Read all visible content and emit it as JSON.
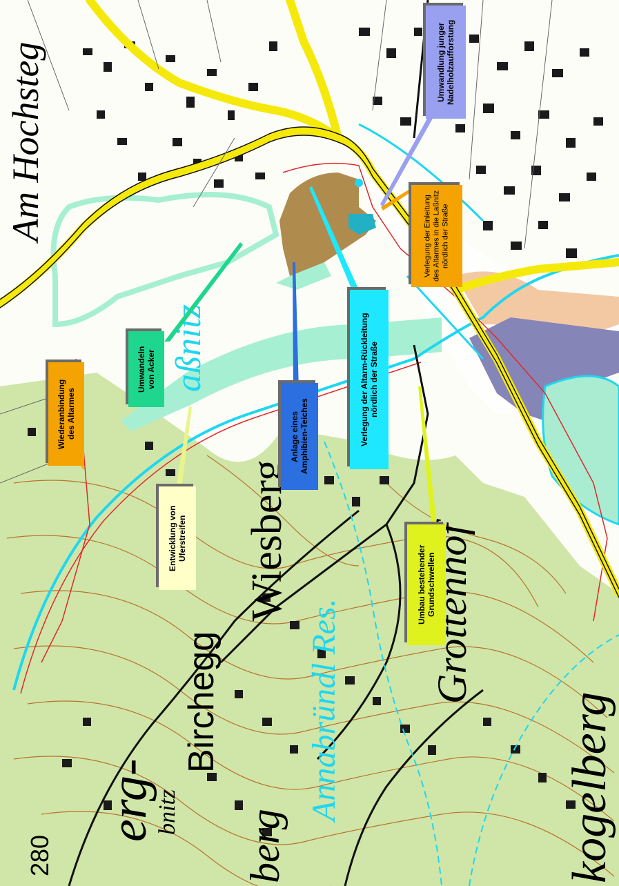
{
  "map": {
    "place_names": {
      "am_hochsteg": "Am Hochsteg",
      "lassnitz": "aßnitz",
      "wiesberg": "Wiesberg",
      "birchegg": "Birchegg",
      "grottenhof": "Grottenhof",
      "annabrundl_res": "Annabründl Res.",
      "kogelberg": "kogelberg",
      "erg_left": "erg-",
      "bnitz": "bnitz",
      "berg_bottom": "berg",
      "elevation": "280"
    },
    "annotations": {
      "wiederanbindung": [
        "Wiederanbindung",
        "des Altarmes"
      ],
      "umwandeln": [
        "Umwandeln",
        "von Acker"
      ],
      "entwicklung": [
        "Entwicklung von",
        "Uferstreifen"
      ],
      "anlage": [
        "Anlage eines",
        "Amphibien-Teiches"
      ],
      "verlegung_rueck": [
        "Verlegung der Altarm-Rückleitung",
        "nördlich der Straße"
      ],
      "umbau": [
        "Umbau bestehender",
        "Grundschwellen"
      ],
      "verlegung_einleitung": [
        "Verlegung der Einleitung",
        "des Altarmes in die Laßnitz",
        "nördlich der Straße"
      ],
      "umwandlung_nadel": [
        "Umwandlung junger",
        "Nadelholzaufforstung"
      ]
    },
    "colors": {
      "forest": "#cfe6a8",
      "road": "#f5e90c",
      "river": "#20d6f0",
      "boundary": "#e0282a",
      "contour": "#b8732e",
      "pond_area": "#b08b4e",
      "meadow_strip": "#a6efd3",
      "industrial": "#8585b8",
      "water_basin": "#a9ecd2",
      "label_orange": "#f5a300",
      "label_green": "#1fd68e",
      "label_blue": "#2b6fe0",
      "label_cyan": "#1ee8ff",
      "label_lime": "#dff21e",
      "label_cream": "#ffffc8",
      "label_lavender": "#9aa0f0"
    }
  }
}
